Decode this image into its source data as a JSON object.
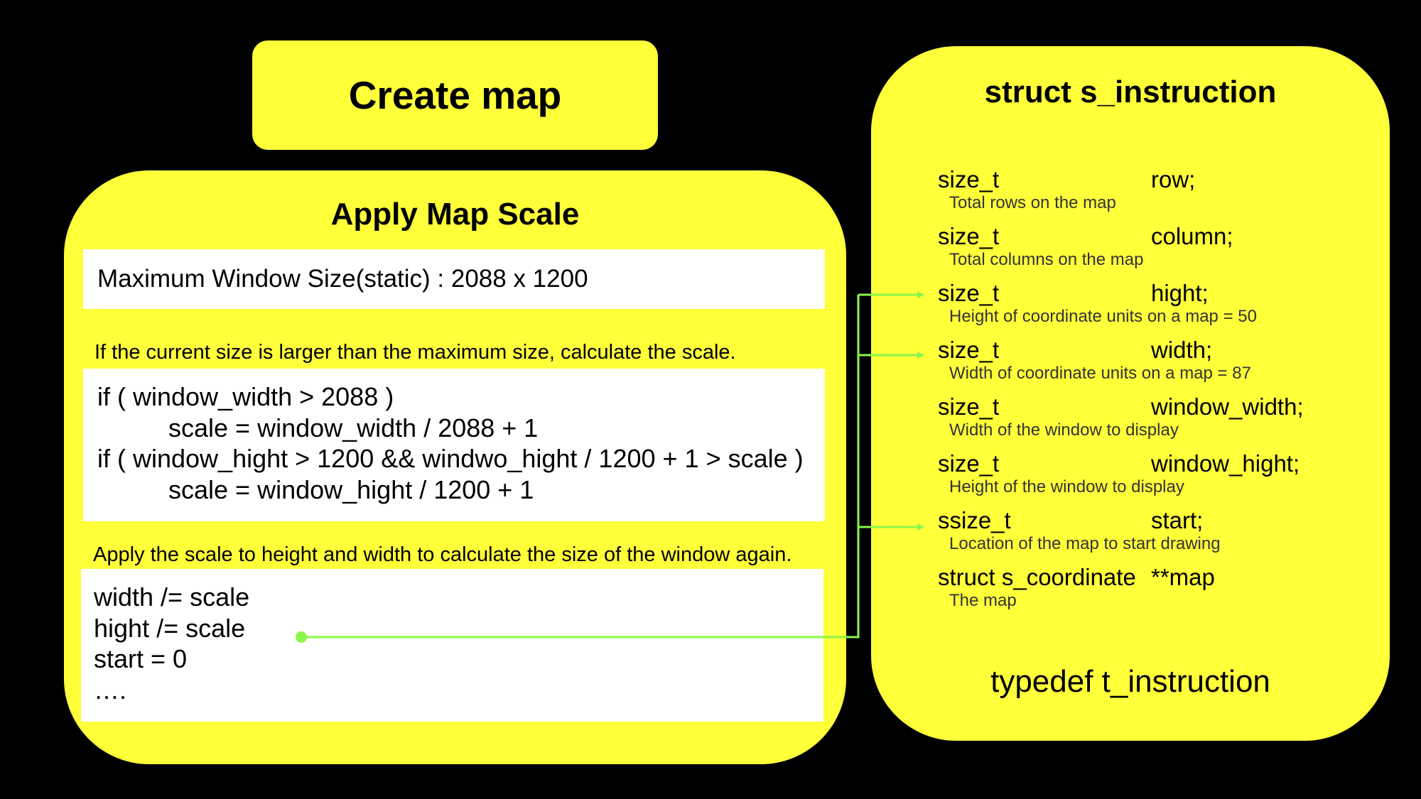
{
  "header": {
    "title": "Create map"
  },
  "scale_panel": {
    "title": "Apply Map Scale",
    "max_size_text": "Maximum Window Size(static) : 2088 x 1200",
    "condition_note": "If the current size is larger than the maximum size, calculate the scale.",
    "code_lines": [
      "if ( window_width > 2088 )",
      "scale = window_width / 2088 + 1",
      "if ( window_hight > 1200 && windwo_hight / 1200 + 1 > scale )",
      "scale = window_hight / 1200 + 1"
    ],
    "apply_note": "Apply the scale to height and width to calculate the size of the window again.",
    "apply_lines": [
      "width /= scale",
      "hight /= scale",
      "start = 0",
      "…."
    ]
  },
  "struct": {
    "title": "struct s_instruction",
    "fields": [
      {
        "type": "size_t",
        "name": "row;",
        "desc": "Total rows on the map"
      },
      {
        "type": "size_t",
        "name": "column;",
        "desc": "Total columns on the map"
      },
      {
        "type": "size_t",
        "name": "hight;",
        "desc": "Height of coordinate units on a map = 50"
      },
      {
        "type": "size_t",
        "name": "width;",
        "desc": "Width of coordinate units on a map = 87"
      },
      {
        "type": "size_t",
        "name": "window_width;",
        "desc": "Width of the window to display"
      },
      {
        "type": "size_t",
        "name": "window_hight;",
        "desc": "Height of the window to display"
      },
      {
        "type": "ssize_t",
        "name": "start;",
        "desc": "Location of the map to start drawing"
      },
      {
        "type": "struct s_coordinate",
        "name": "**map",
        "desc": "The map"
      }
    ],
    "typedef": "typedef t_instruction"
  },
  "colors": {
    "background": "#000000",
    "box": "#ffff3a",
    "panel": "#ffffff",
    "connector": "#8cf54a"
  }
}
